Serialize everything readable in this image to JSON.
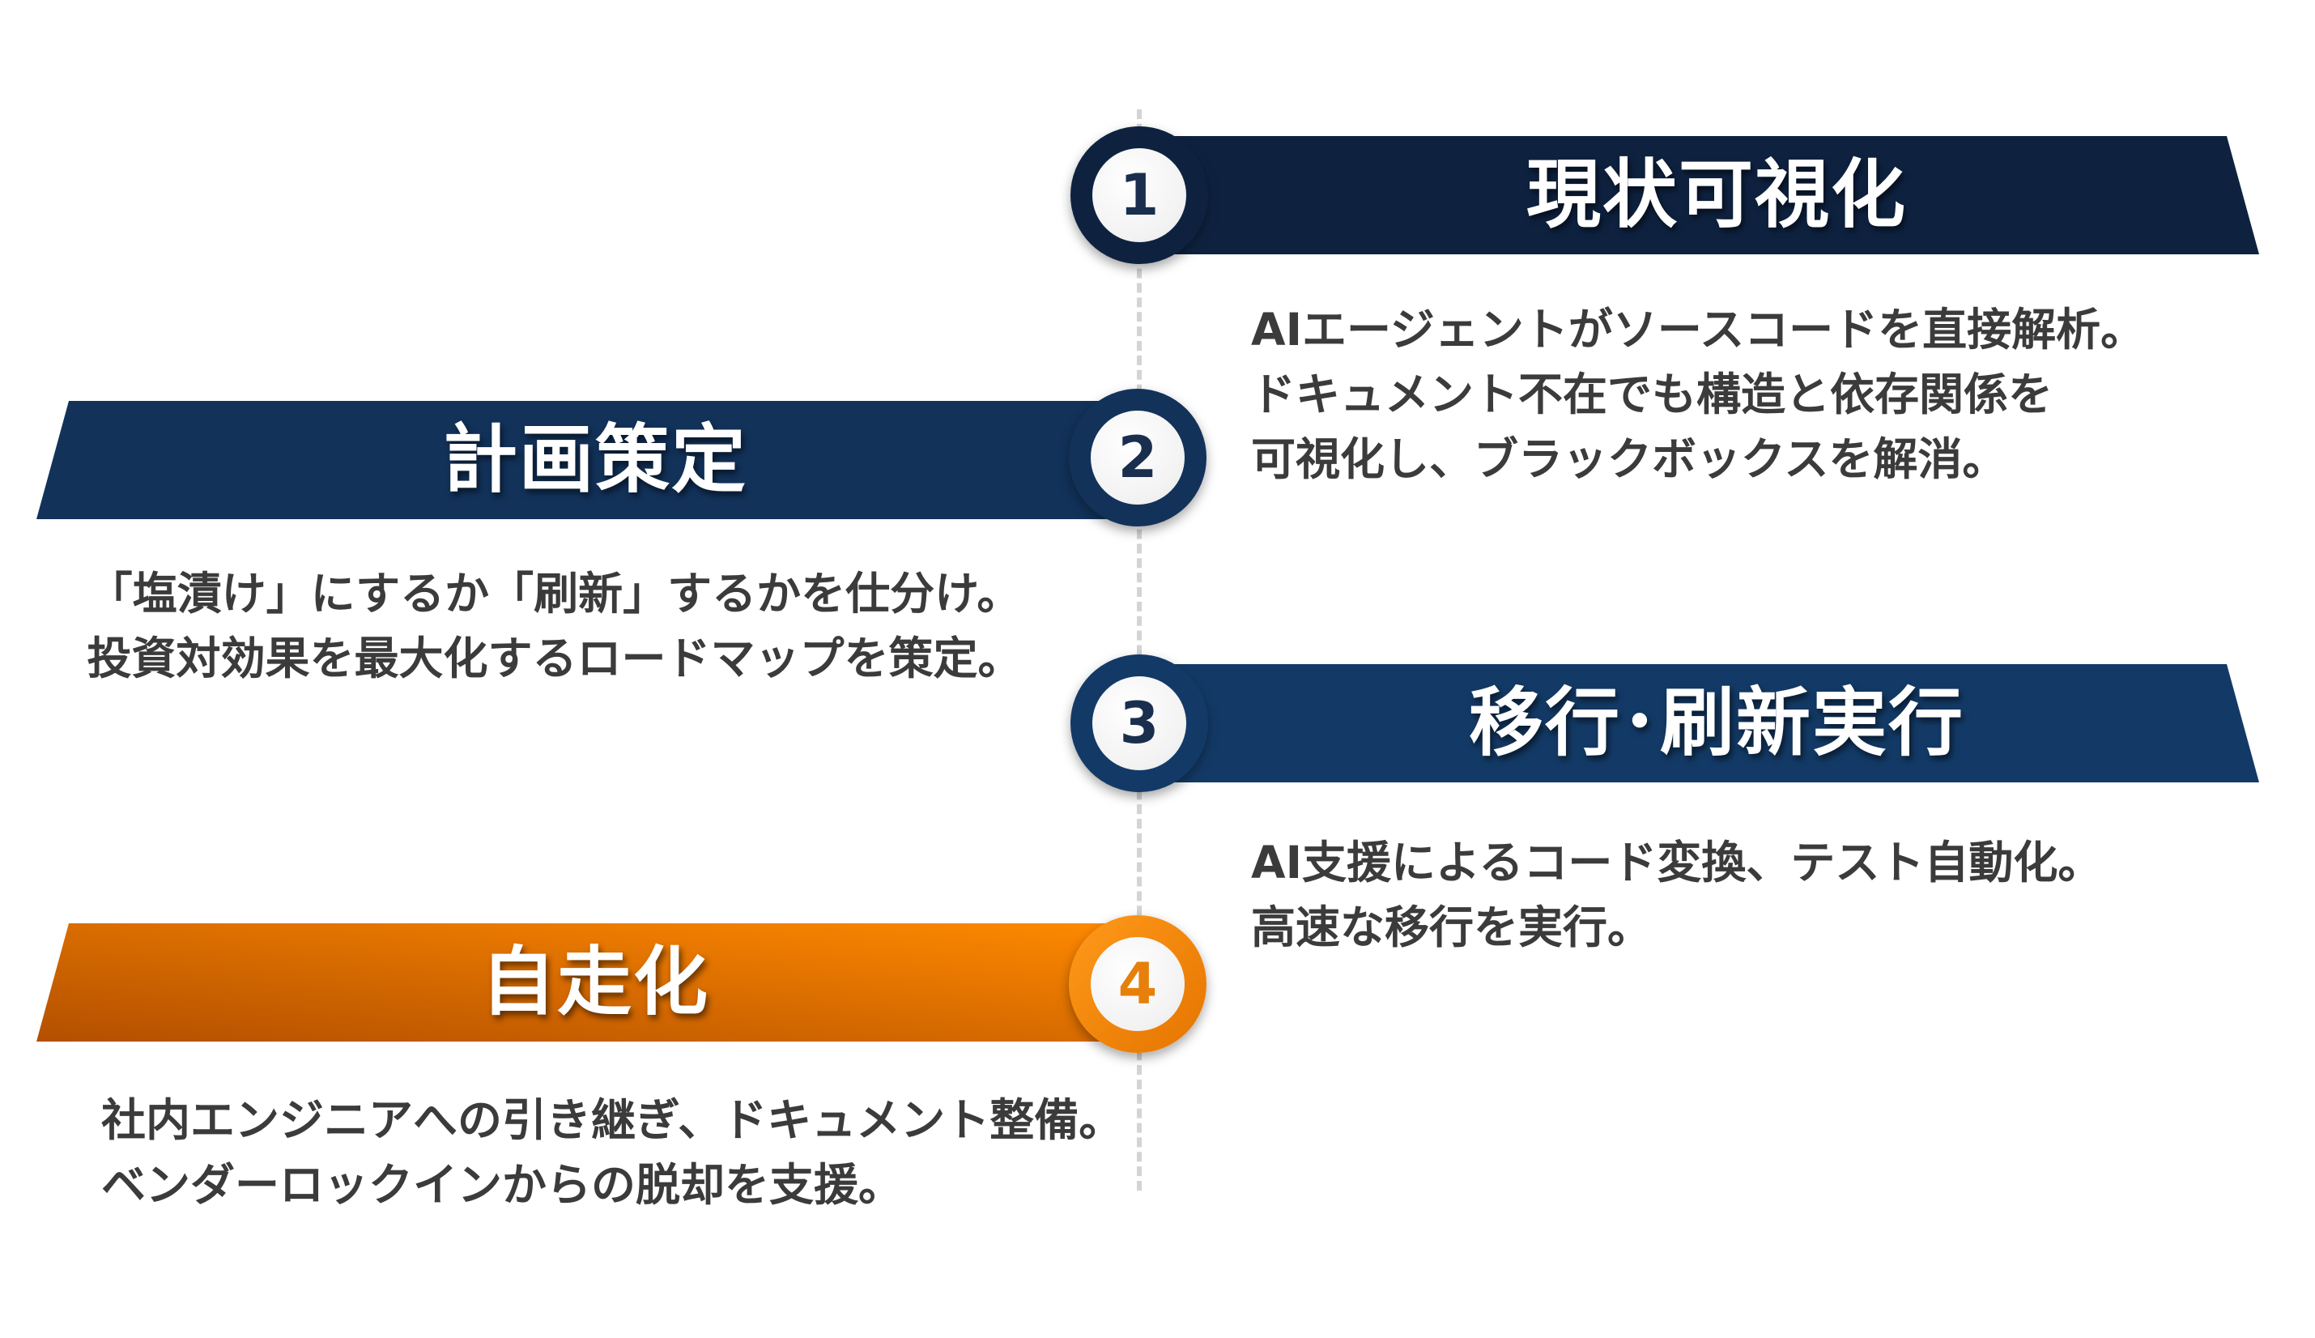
{
  "colors": {
    "step1": "#0e2240",
    "step2": "#12325a",
    "step3": "#133a66",
    "step4_start": "#b34f00",
    "step4_end": "#ff8a00",
    "number_orange": "#e6800a",
    "number_navy": "#1a2f4e",
    "text": "#3b3b3b",
    "divider": "#d4d4d4"
  },
  "steps": [
    {
      "number": "1",
      "title": "現状可視化",
      "desc": [
        "AIエージェントがソースコードを直接解析。",
        "ドキュメント不在でも構造と依存関係を",
        "可視化し、ブラックボックスを解消。"
      ]
    },
    {
      "number": "2",
      "title": "計画策定",
      "desc": [
        "「塩漬け」にするか「刷新」するかを仕分け。",
        "投資対効果を最大化するロードマップを策定。"
      ]
    },
    {
      "number": "3",
      "title": "移行･刷新実行",
      "desc": [
        "AI支援によるコード変換、テスト自動化。",
        "高速な移行を実行。"
      ]
    },
    {
      "number": "4",
      "title": "自走化",
      "desc": [
        "社内エンジニアへの引き継ぎ、ドキュメント整備。",
        "ベンダーロックインからの脱却を支援。"
      ]
    }
  ]
}
